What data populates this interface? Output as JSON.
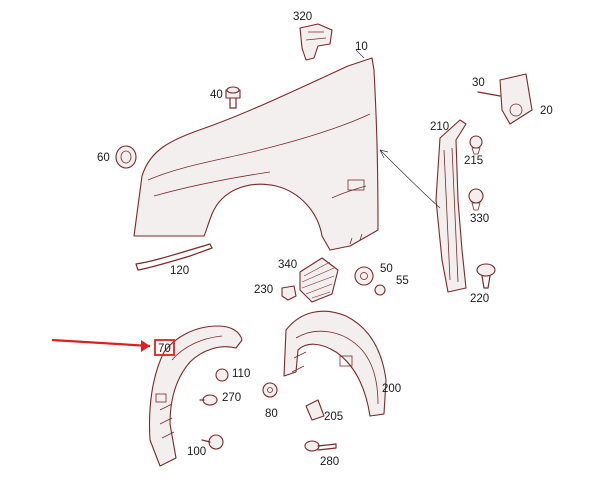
{
  "diagram": {
    "highlight_color": "#e02020",
    "line_color": "#7a2a2a",
    "highlighted_label": "70",
    "labels": {
      "p10": "10",
      "p20": "20",
      "p30": "30",
      "p40": "40",
      "p50": "50",
      "p55": "55",
      "p60": "60",
      "p70": "70",
      "p80": "80",
      "p100": "100",
      "p110": "110",
      "p120": "120",
      "p200": "200",
      "p205": "205",
      "p210": "210",
      "p215": "215",
      "p220": "220",
      "p230": "230",
      "p270": "270",
      "p280": "280",
      "p320": "320",
      "p330": "330",
      "p340": "340"
    }
  }
}
